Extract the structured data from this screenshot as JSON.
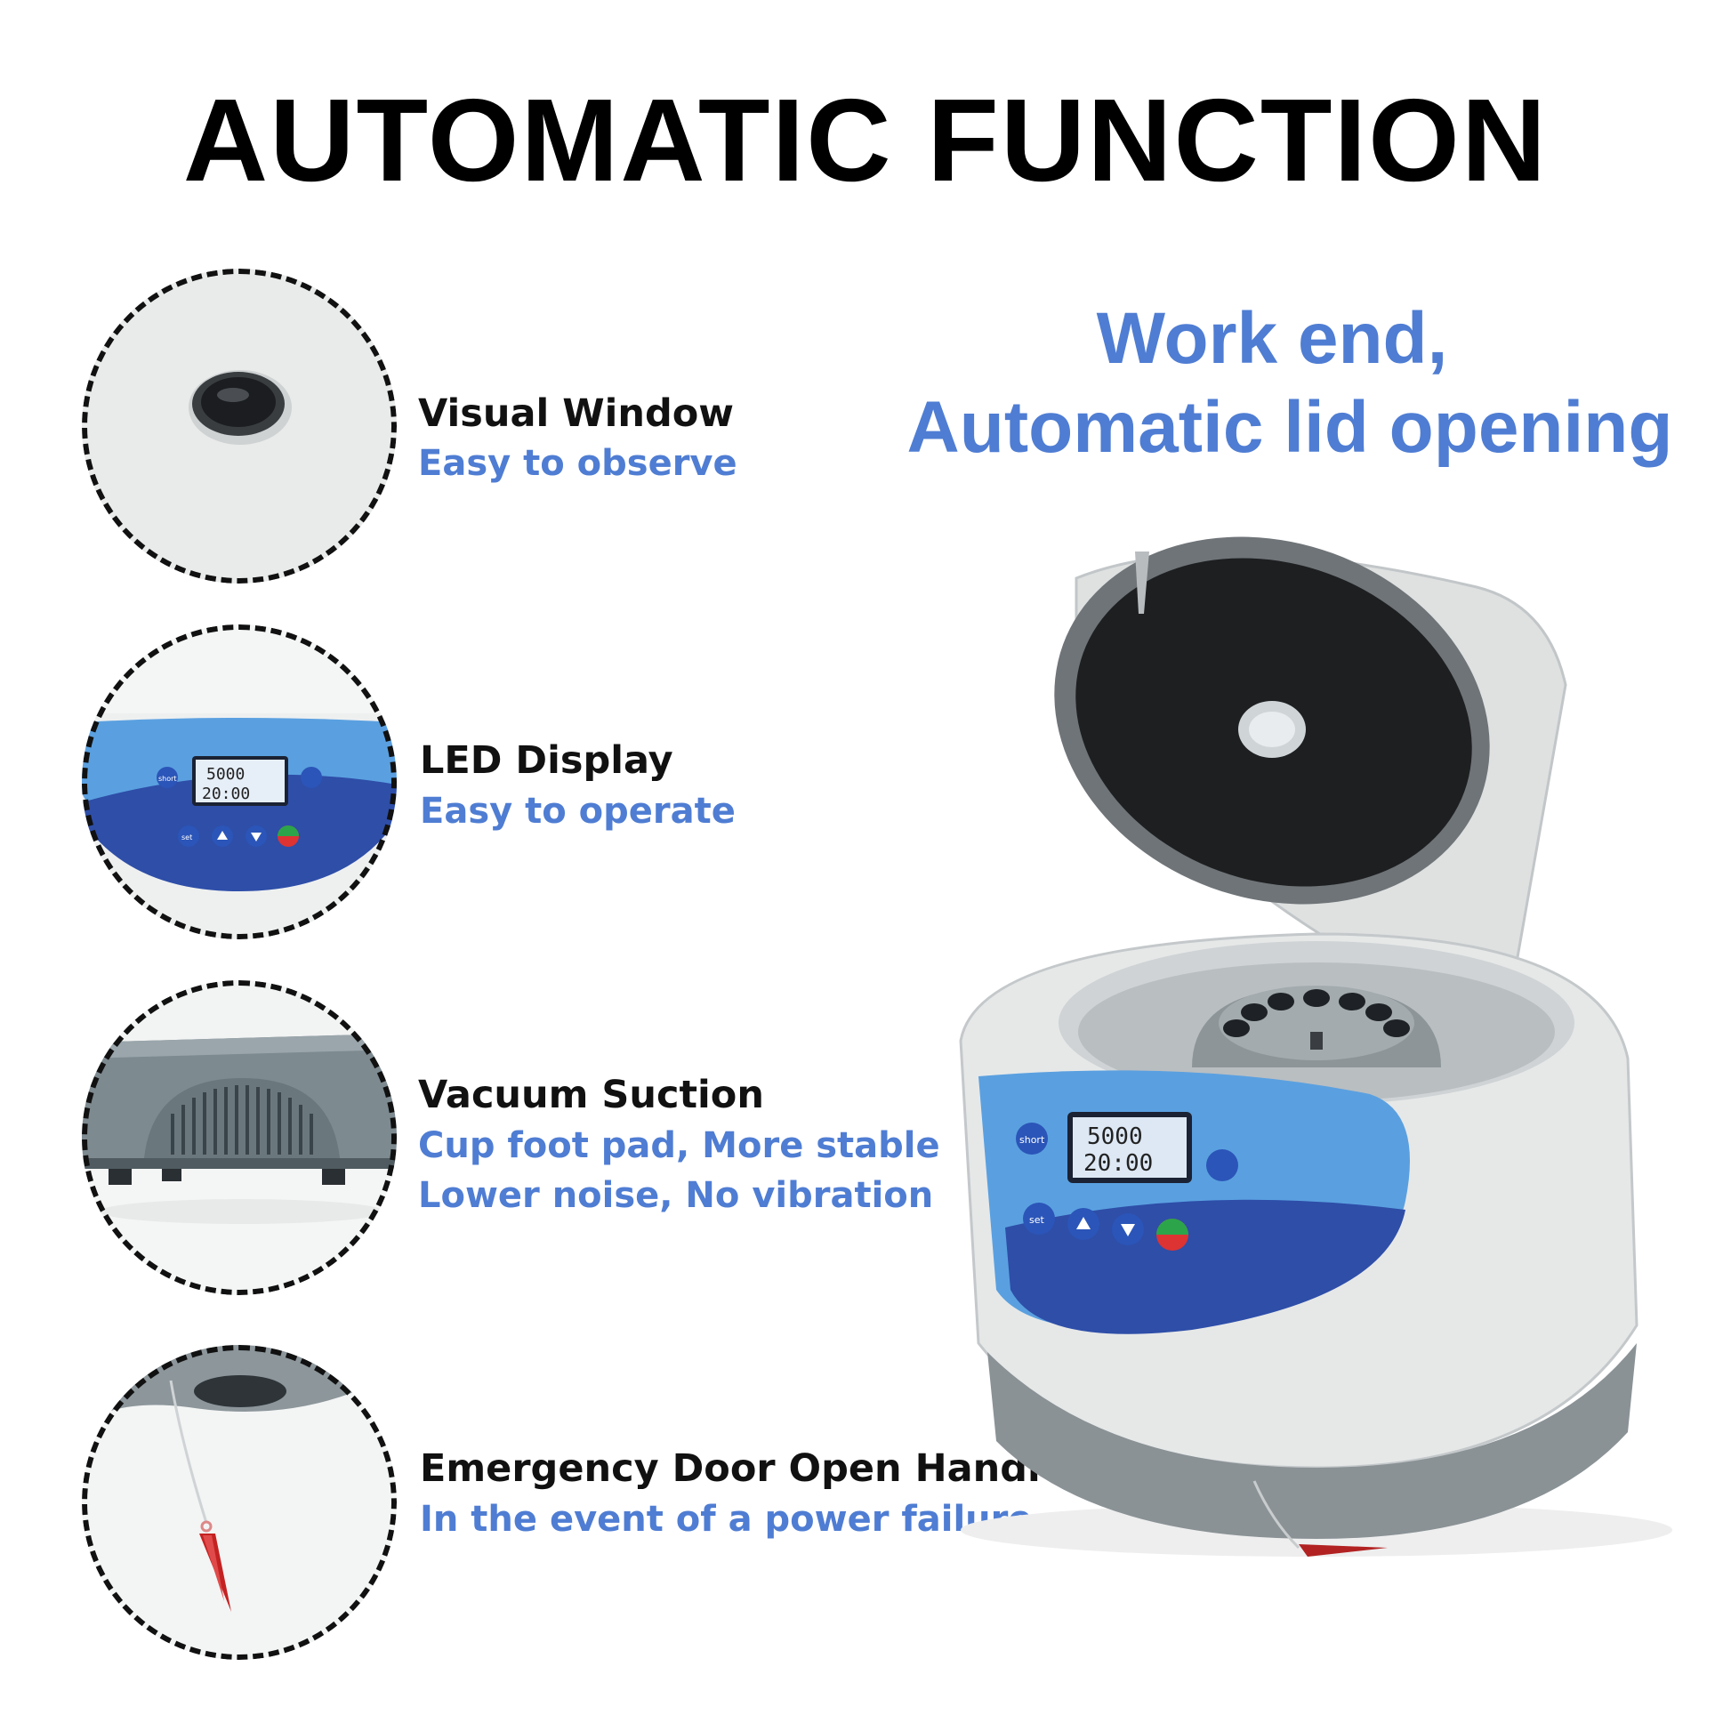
{
  "title": "AUTOMATIC FUNCTION",
  "headline": {
    "line1": "Work end,",
    "line2": "Automatic lid opening"
  },
  "features": [
    {
      "title": "Visual Window",
      "lines": [
        "Easy to observe"
      ],
      "icon": "visual-window-icon"
    },
    {
      "title": "LED Display",
      "lines": [
        "Easy to operate"
      ],
      "icon": "led-display-icon"
    },
    {
      "title": "Vacuum Suction",
      "lines": [
        "Cup foot pad, More stable",
        "Lower noise, No vibration"
      ],
      "icon": "vacuum-suction-icon"
    },
    {
      "title": "Emergency Door Open Handle",
      "lines": [
        "In the event of  a power failure"
      ],
      "icon": "emergency-handle-icon"
    }
  ],
  "display": {
    "speed": "5000",
    "time": "20:00",
    "short_label": "short",
    "set_label": "set"
  },
  "colors": {
    "accent": "#4f7dd3",
    "panel_blue": "#5aa0e0",
    "panel_dark": "#2e4ea8",
    "body_gray": "#e4e6e6",
    "base_gray": "#8a9296"
  }
}
